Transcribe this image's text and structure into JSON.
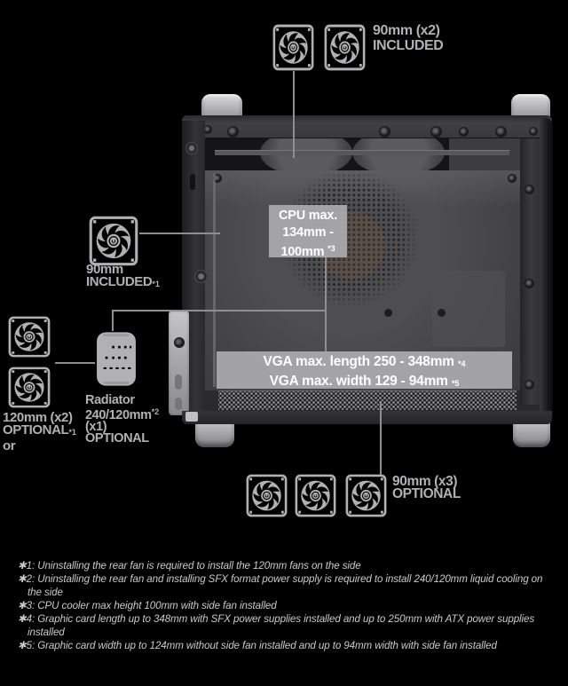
{
  "title": "PC case fan and component clearance diagram",
  "colors": {
    "background": "#000000",
    "icon_gray": "#b1b1b3",
    "label_text": "#b1b1b3",
    "annotation_line": "#8f8f91",
    "overlay_box_bg": "#a8a8aa",
    "overlay_box_text": "#ffffff",
    "footnote_text": "#c9c9c9"
  },
  "labels": {
    "top_fans": {
      "line1": "90mm (x2)",
      "line2": "INCLUDED"
    },
    "side_fan": {
      "line1": "90mm",
      "line2": "INCLUDED",
      "marker": "*1"
    },
    "side_120": {
      "line1": "120mm (x2)",
      "line2": "OPTIONAL",
      "marker": "*1",
      "line3": "or"
    },
    "radiator": {
      "line1": "Radiator",
      "line2": "240/120mm",
      "marker": "*2",
      "line3": "(x1)",
      "line4": "OPTIONAL"
    },
    "cpu": {
      "line1": "CPU max.",
      "line2": "134mm -",
      "line3": "100mm",
      "marker": "*3"
    },
    "vga": {
      "line1": "VGA max. length 250 - 348mm",
      "marker1": "*4",
      "line2": "VGA max. width 129 - 94mm",
      "marker2": "*5"
    },
    "bottom_fans": {
      "line1": "90mm (x3)",
      "line2": "OPTIONAL"
    }
  },
  "footnotes": [
    {
      "marker": "✱1:",
      "text": "Uninstalling the rear fan is required to install the 120mm fans on the side"
    },
    {
      "marker": "✱2:",
      "text": "Uninstalling the rear fan and installing SFX format power supply is required to install 240/120mm liquid cooling on the side"
    },
    {
      "marker": "✱3:",
      "text": "CPU cooler max height 100mm with side fan installed"
    },
    {
      "marker": "✱4:",
      "text": "Graphic card length up to 348mm with SFX power supplies installed and up to 250mm with ATX power supplies installed"
    },
    {
      "marker": "✱5:",
      "text": "Graphic card width up to 124mm without side fan installed and up to 94mm width with side fan installed"
    }
  ]
}
